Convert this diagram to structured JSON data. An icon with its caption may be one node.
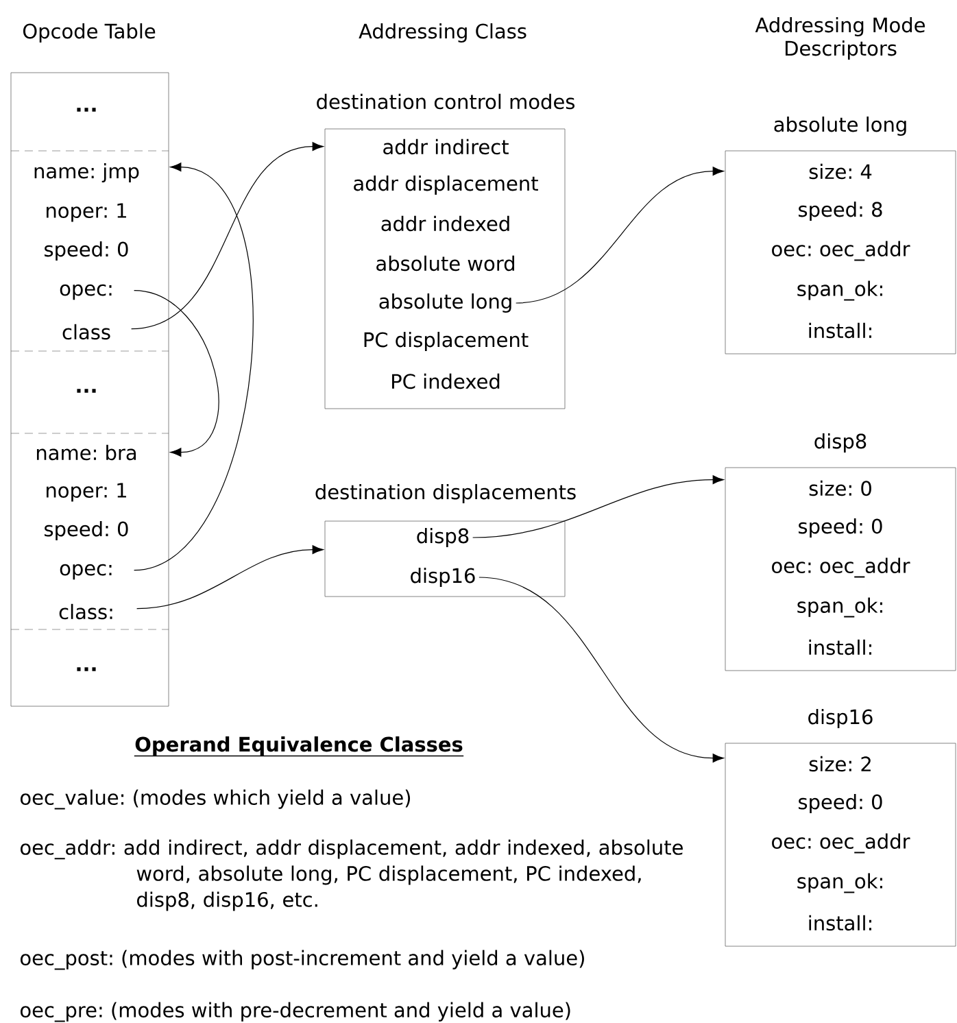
{
  "diagram": {
    "nodes": [
      {
        "text": [],
        "shape": "box"
      },
      {
        "text": [
          "..."
        ],
        "in": 0
      },
      {
        "text": [
          "name: jmp",
          "noper: 1",
          "speed: 0",
          "opec:",
          "class"
        ],
        "in": 0
      },
      {
        "text": [
          "..."
        ],
        "in": 0
      },
      {
        "text": [
          "name: bra",
          "noper: 1",
          "speed: 0",
          "opec:",
          "class:"
        ],
        "in": 0
      },
      {
        "text": [
          "..."
        ],
        "in": 0
      },
      {
        "text": [
          "destination control modes"
        ]
      },
      {
        "text": [
          "addr indirect"
        ],
        "in": 6
      },
      {
        "text": [
          "addr displacement"
        ],
        "in": 6
      },
      {
        "text": [
          "addr indexed"
        ],
        "in": 6
      },
      {
        "text": [
          "absolute word"
        ],
        "in": 6
      },
      {
        "text": [
          "absolute long"
        ],
        "in": 6
      },
      {
        "text": [
          "PC displacement"
        ],
        "in": 6
      },
      {
        "text": [
          "PC indexed"
        ],
        "in": 6
      },
      {
        "text": [
          "destination displacements"
        ]
      },
      {
        "text": [
          "disp8"
        ],
        "in": 14
      },
      {
        "text": [
          "disp16"
        ],
        "in": 14
      },
      {
        "text": [
          "absolute long",
          "size: 4",
          "speed: 8",
          "oec: oec_addr",
          "span_ok:",
          "install:"
        ]
      },
      {
        "text": [
          "disp8",
          "size: 0",
          "speed: 0",
          "oec: oec_addr",
          "span_ok:",
          "install:"
        ]
      },
      {
        "text": [
          "disp16",
          "size: 2",
          "speed: 0",
          "oec: oec_addr",
          "span_ok:",
          "install:"
        ]
      }
    ],
    "edges": [
      {
        "from": 2,
        "to": 6,
        "arrow": "to"
      },
      {
        "from": 2,
        "to": 4,
        "arrow": "to"
      },
      {
        "from": 4,
        "to": 2,
        "arrow": "to"
      },
      {
        "from": 4,
        "to": 14,
        "arrow": "to"
      },
      {
        "from": 11,
        "to": 17,
        "arrow": "to"
      },
      {
        "from": 15,
        "to": 18,
        "arrow": "to"
      },
      {
        "from": 16,
        "to": 19,
        "arrow": "to"
      }
    ],
    "labels": [
      "Opcode Table",
      "Addressing Class",
      "Addressing Mode Descriptors",
      "Operand Equivalence Classes",
      "oec_value: (modes which yield a value)",
      "oec_addr: add indirect, addr displacement, addr indexed, absolute word, absolute long, PC displacement, PC indexed, disp8, disp16, etc.",
      "oec_post: (modes with post-increment and yield a value)",
      "oec_pre: (modes with pre-decrement and yield a value)"
    ]
  }
}
